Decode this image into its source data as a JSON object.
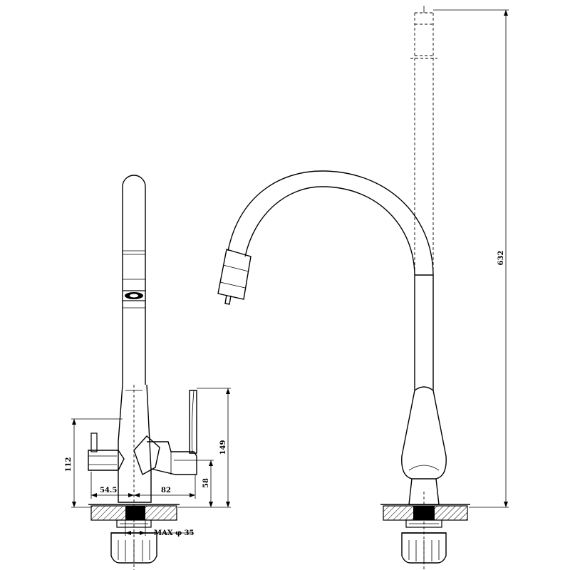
{
  "dimensions": {
    "total_height": "632",
    "body_height": "149",
    "lever_height": "112",
    "offset_left": "54.5",
    "offset_right": "82",
    "base_to_center": "58",
    "max_hole": "MAX φ 35"
  }
}
